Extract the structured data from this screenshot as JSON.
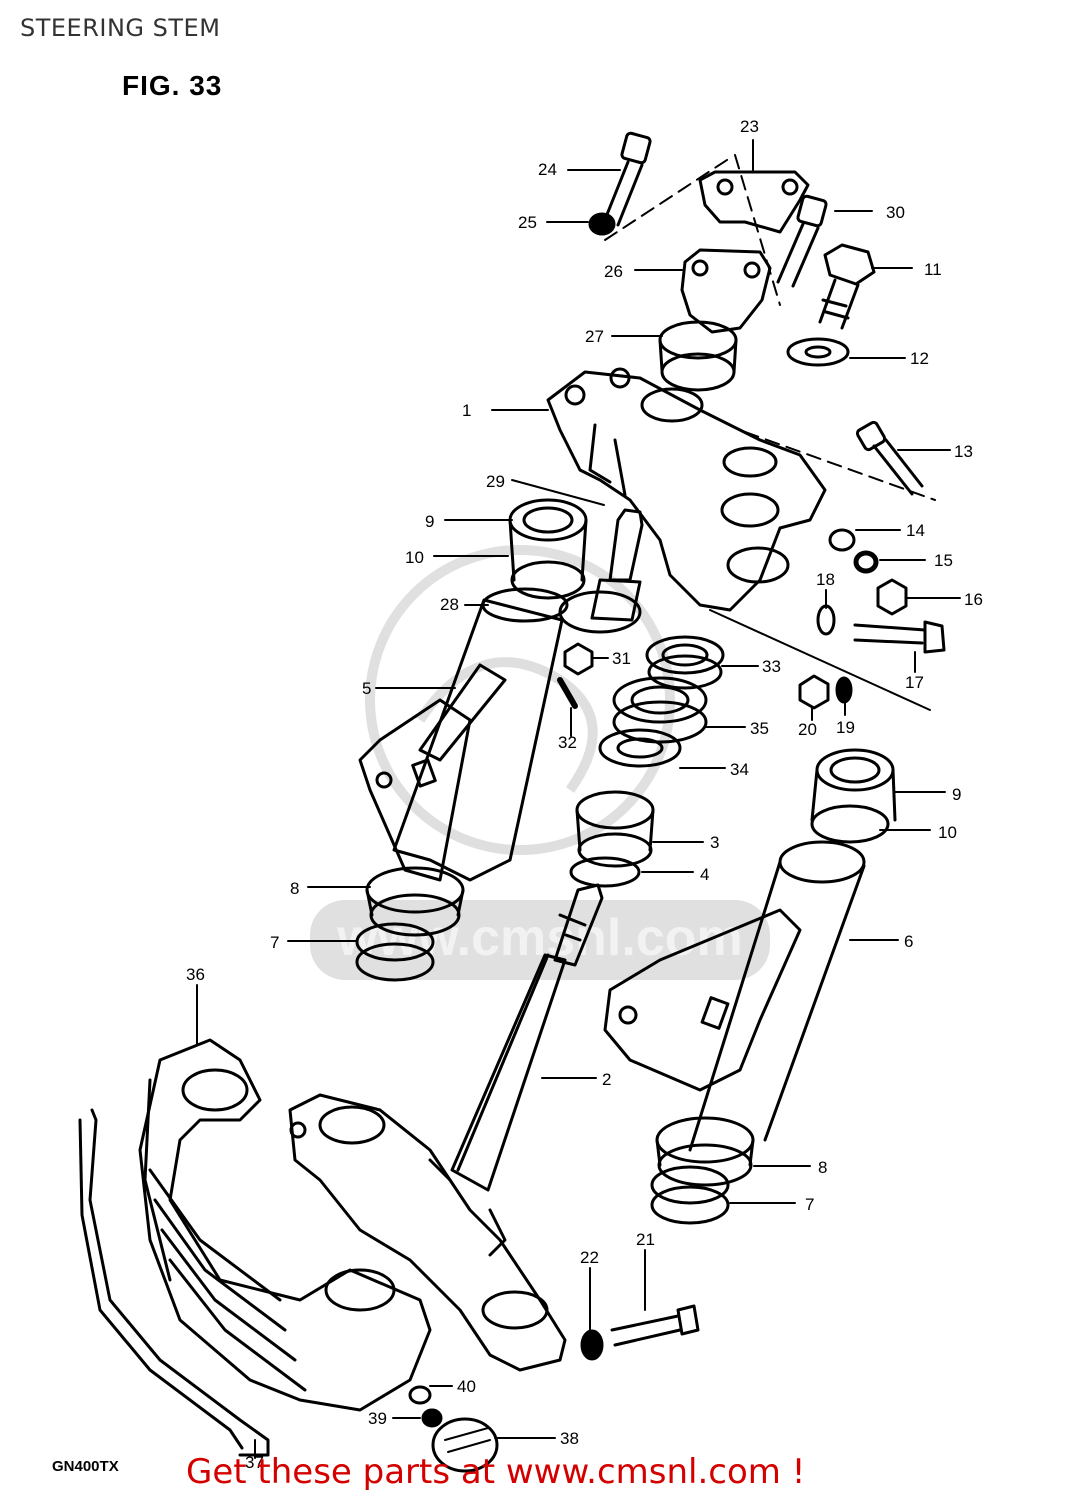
{
  "page": {
    "title": "STEERING STEM",
    "figure": "FIG. 33",
    "model": "GN400TX",
    "promo_text": "Get these parts at www.cmsnl.com !",
    "watermark": "www.cmsnl.com",
    "promo_color": "#d40000"
  },
  "callouts": [
    {
      "label": "24"
    },
    {
      "label": "23"
    },
    {
      "label": "25"
    },
    {
      "label": "30"
    },
    {
      "label": "26"
    },
    {
      "label": "11"
    },
    {
      "label": "27"
    },
    {
      "label": "12"
    },
    {
      "label": "1"
    },
    {
      "label": "13"
    },
    {
      "label": "29"
    },
    {
      "label": "9"
    },
    {
      "label": "14"
    },
    {
      "label": "10"
    },
    {
      "label": "15"
    },
    {
      "label": "18"
    },
    {
      "label": "16"
    },
    {
      "label": "28"
    },
    {
      "label": "31"
    },
    {
      "label": "17"
    },
    {
      "label": "33"
    },
    {
      "label": "5"
    },
    {
      "label": "20"
    },
    {
      "label": "19"
    },
    {
      "label": "35"
    },
    {
      "label": "32"
    },
    {
      "label": "34"
    },
    {
      "label": "9"
    },
    {
      "label": "3"
    },
    {
      "label": "10"
    },
    {
      "label": "4"
    },
    {
      "label": "8"
    },
    {
      "label": "7"
    },
    {
      "label": "6"
    },
    {
      "label": "36"
    },
    {
      "label": "2"
    },
    {
      "label": "8"
    },
    {
      "label": "7"
    },
    {
      "label": "21"
    },
    {
      "label": "22"
    },
    {
      "label": "40"
    },
    {
      "label": "39"
    },
    {
      "label": "38"
    },
    {
      "label": "37"
    }
  ]
}
